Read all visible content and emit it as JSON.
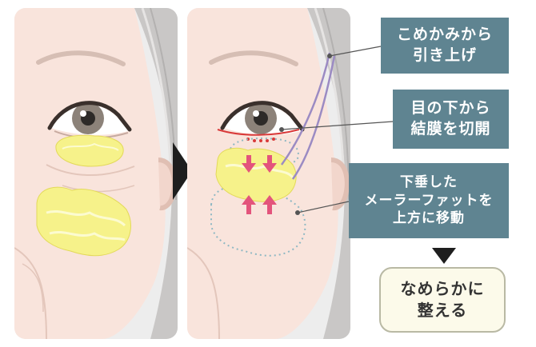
{
  "labels": {
    "temple_lift": [
      "こめかみから",
      "引き上げ"
    ],
    "conjunctiva_incision": [
      "目の下から",
      "結膜を切開"
    ],
    "malar_fat_shift": [
      "下垂した",
      "メーラーファットを",
      "上方に移動"
    ]
  },
  "result": [
    "なめらかに",
    "整える"
  ],
  "colors": {
    "label_bg": "#5f8491",
    "result_bg": "#fcfaea",
    "fat_fill": "#f6f28a",
    "skin": "#f9e4dc",
    "hair": "#c9c7c6",
    "arrow_pink": "#e3547c",
    "thread_purple": "#9b8bc3",
    "incision_red": "#d93a3a",
    "dotted_outline": "#8fb8c3"
  },
  "icons": [
    "right-pointing-triangle-icon",
    "down-pointing-triangle-icon",
    "up-arrow-icon",
    "down-arrow-icon"
  ]
}
